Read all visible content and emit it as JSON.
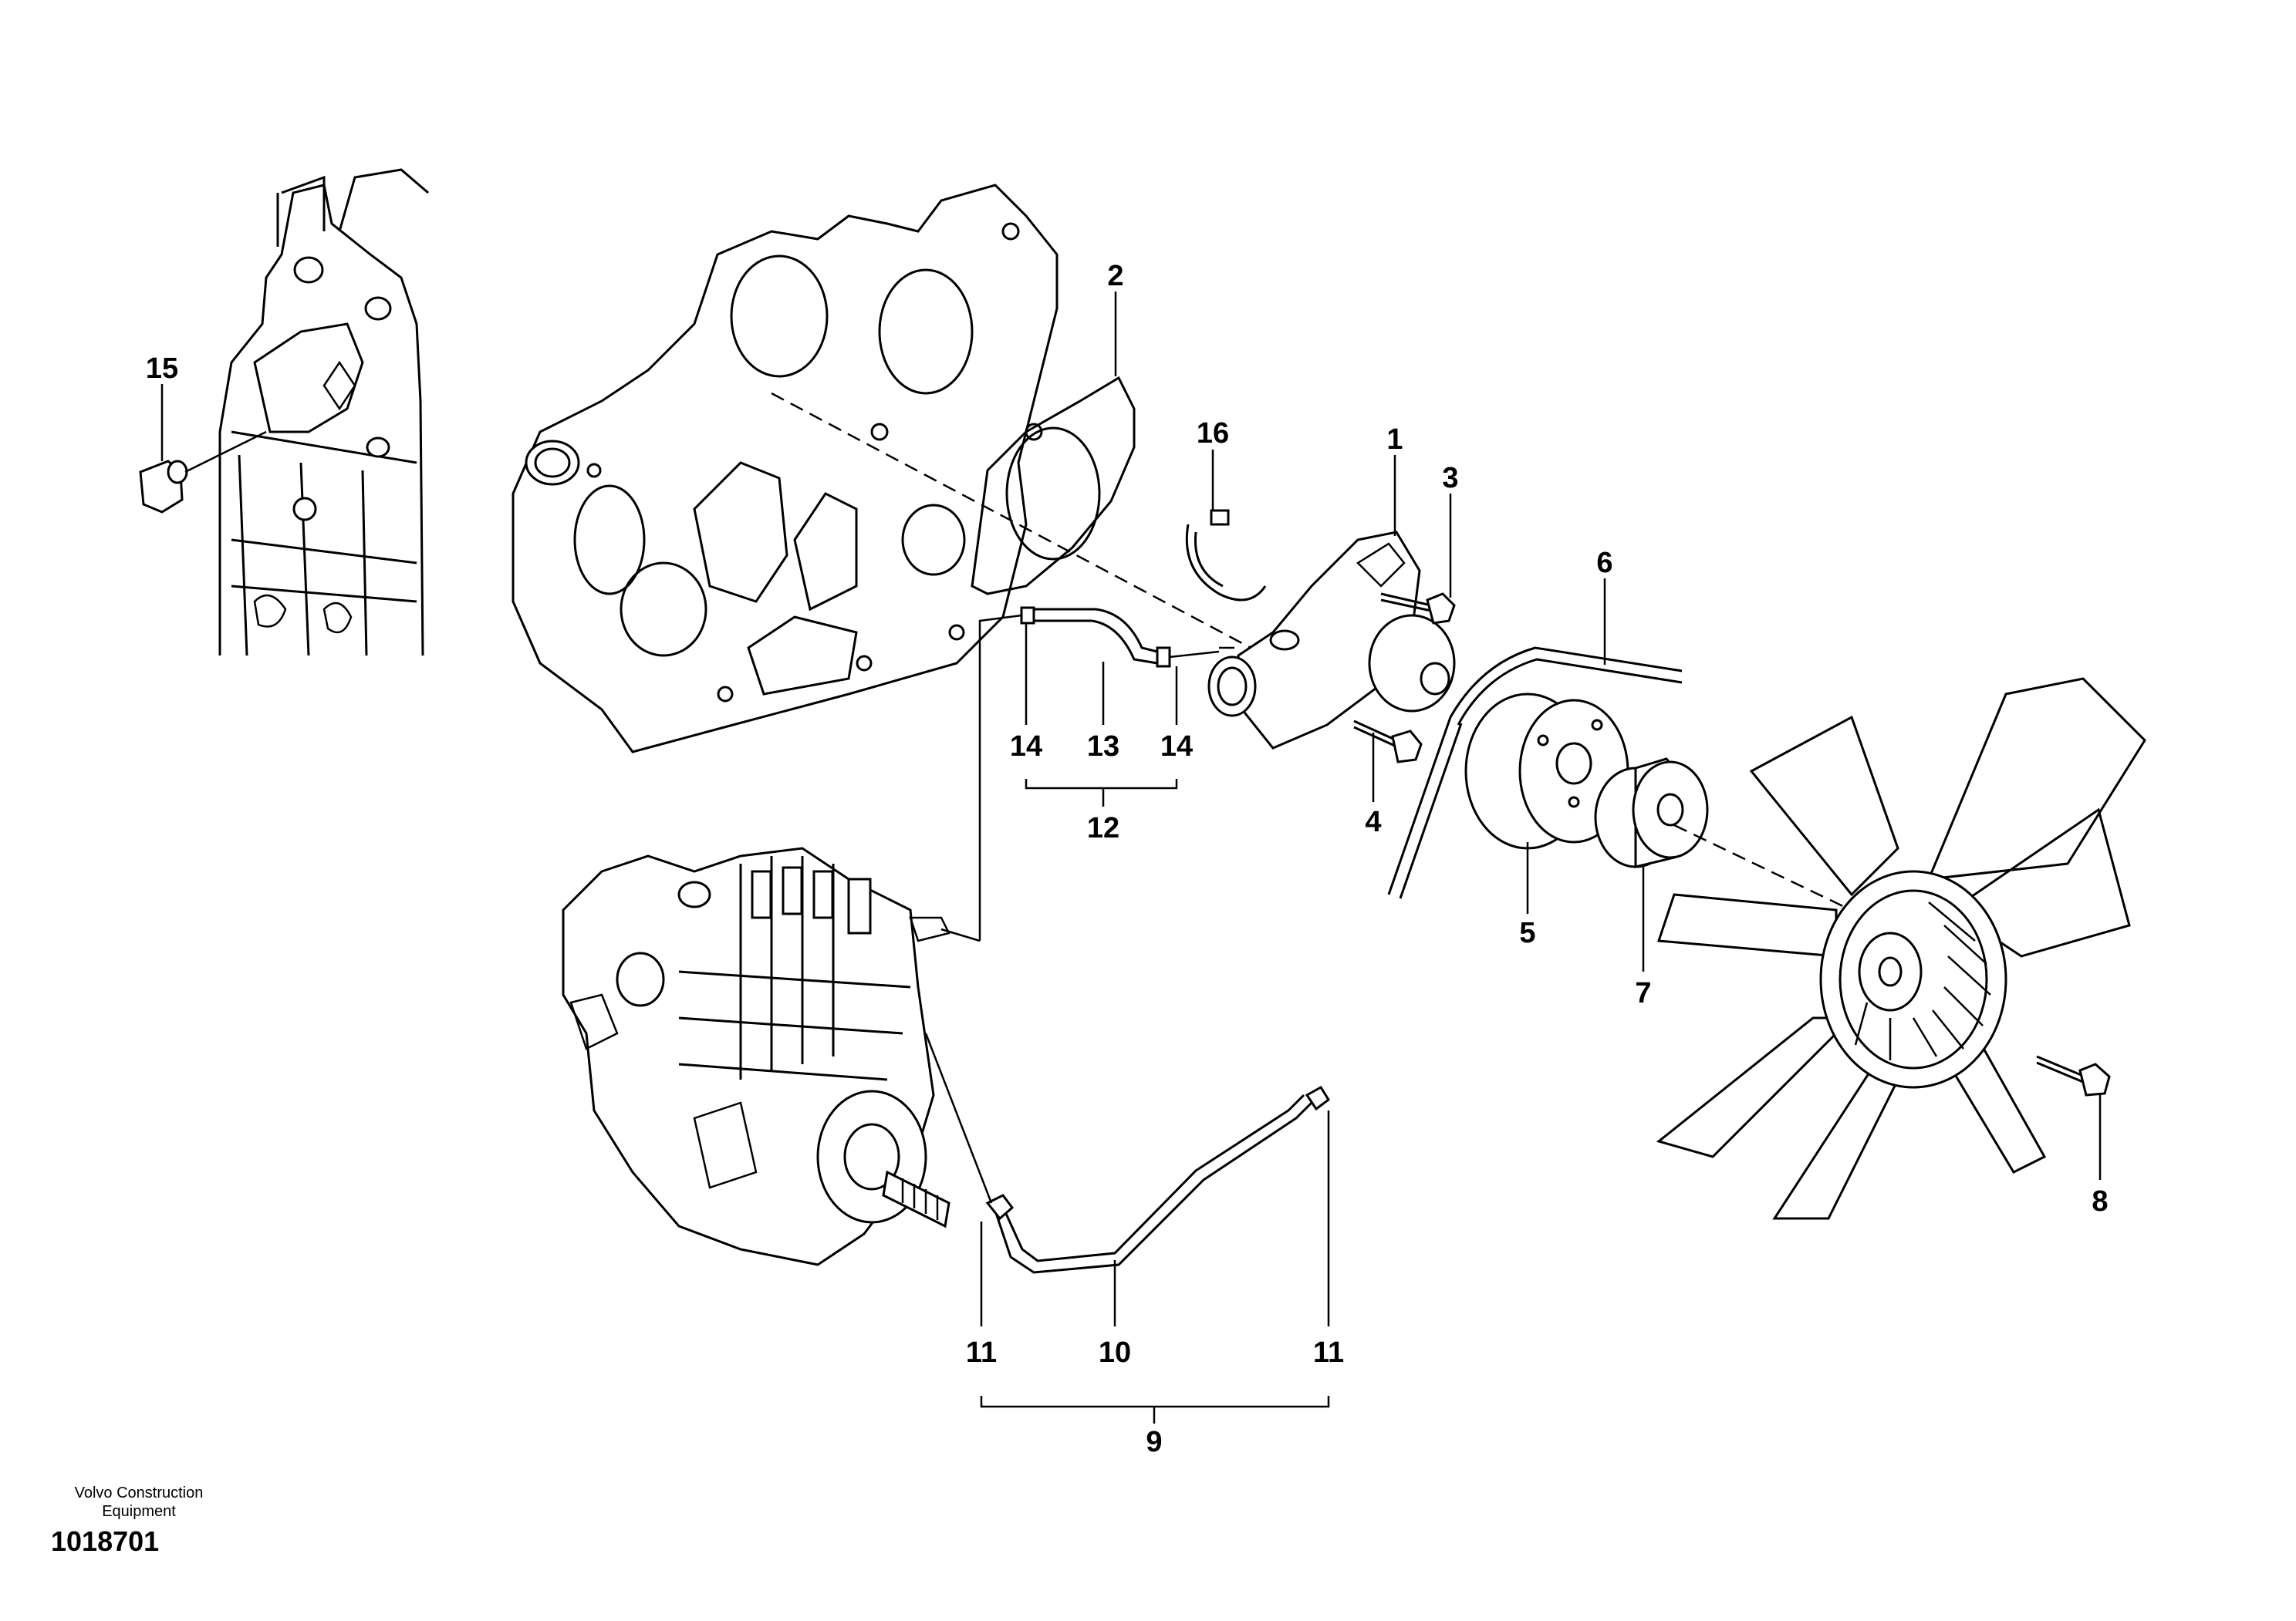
{
  "callouts": {
    "c1": "1",
    "c2": "2",
    "c3": "3",
    "c4": "4",
    "c5": "5",
    "c6": "6",
    "c7": "7",
    "c8": "8",
    "c9": "9",
    "c10": "10",
    "c11a": "11",
    "c11b": "11",
    "c12": "12",
    "c13": "13",
    "c14a": "14",
    "c14b": "14",
    "c15": "15",
    "c16": "16"
  },
  "footer": {
    "company_line1": "Volvo Construction",
    "company_line2": "Equipment",
    "doc_number": "1018701"
  }
}
